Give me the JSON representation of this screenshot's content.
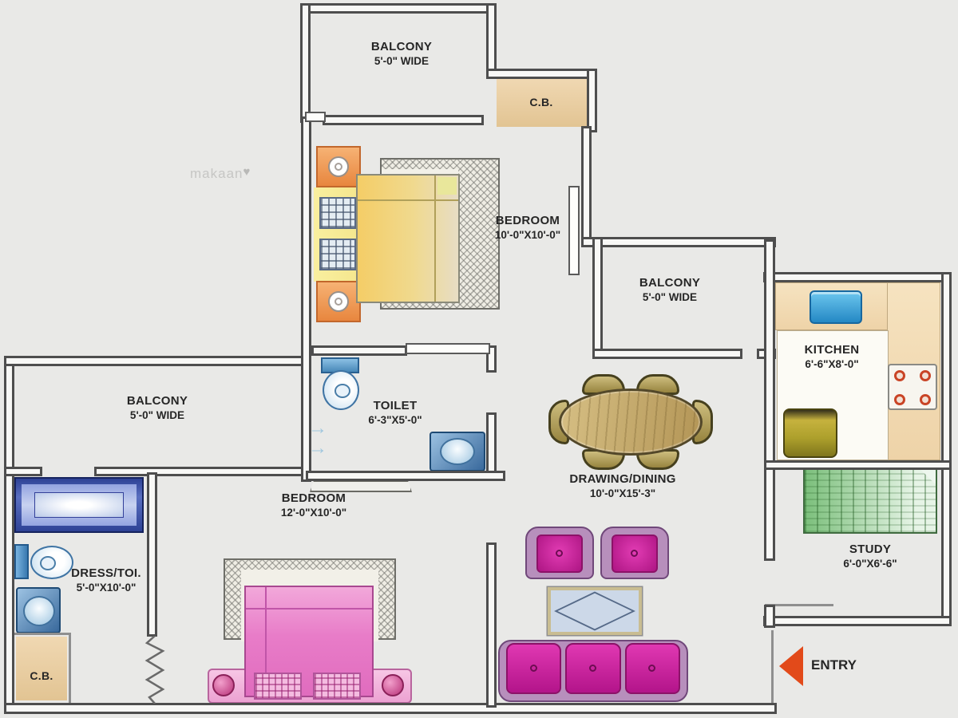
{
  "watermark": {
    "text": "makaan",
    "heart": "♥"
  },
  "rooms": {
    "balcony_top": {
      "name": "BALCONY",
      "dims": "5'-0\" WIDE"
    },
    "cb_top": {
      "name": "C.B."
    },
    "bedroom_top": {
      "name": "BEDROOM",
      "dims": "10'-0\"X10'-0\""
    },
    "balcony_right": {
      "name": "BALCONY",
      "dims": "5'-0\" WIDE"
    },
    "kitchen": {
      "name": "KITCHEN",
      "dims": "6'-6\"X8'-0\""
    },
    "balcony_left": {
      "name": "BALCONY",
      "dims": "5'-0\" WIDE"
    },
    "toilet": {
      "name": "TOILET",
      "dims": "6'-3\"X5'-0\""
    },
    "drawing_dining": {
      "name": "DRAWING/DINING",
      "dims": "10'-0\"X15'-3\""
    },
    "bedroom_bottom": {
      "name": "BEDROOM",
      "dims": "12'-0\"X10'-0\""
    },
    "dress_toi": {
      "name": "DRESS/TOI.",
      "dims": "5'-0\"X10'-0\""
    },
    "study": {
      "name": "STUDY",
      "dims": "6'-0\"X6'-6\""
    },
    "cb_bottom": {
      "name": "C.B."
    },
    "entry": {
      "label": "ENTRY"
    }
  },
  "icons": {
    "shower_arrow": "→"
  },
  "colors": {
    "background": "#e9e9e7",
    "wall": "#4e4e4e",
    "cupboard_tan": "#ecd2a8",
    "counter_tan": "#f3debb",
    "sink_blue": "#3ea2dc",
    "fixture_blue": "#4a7ea8",
    "fridge_olive": "#b3a02e",
    "study_green": "#9ccf9c",
    "table_khaki": "#c7b070",
    "sofa_magenta": "#cf2da0",
    "sofa_frame_purple": "#b78fbc",
    "bed_yellow": "#f2cb68",
    "bed_pink": "#e887cc",
    "dresser_blue": "#3e52aa",
    "nightstand_orange": "#f0a058",
    "entry_red": "#e2491a"
  }
}
